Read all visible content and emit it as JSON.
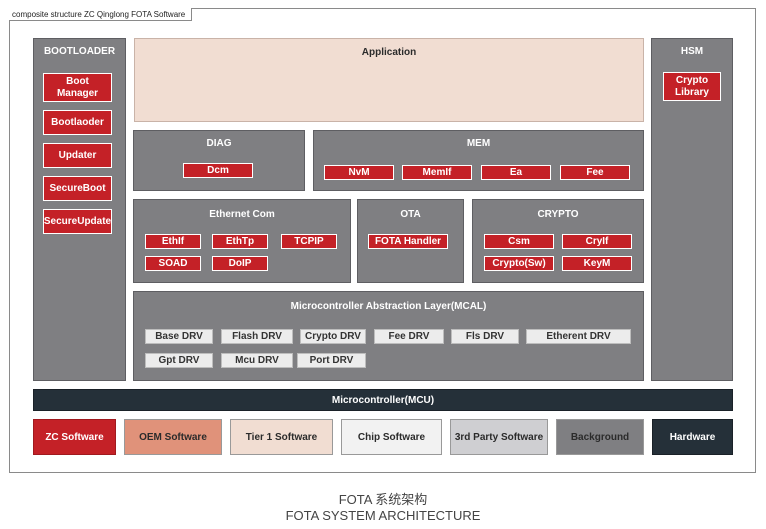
{
  "window_tab": "composite structure ZC Qinglong FOTA Software",
  "bootloader": {
    "title": "BOOTLOADER",
    "items": [
      "Boot Manager",
      "Bootlaoder",
      "Updater",
      "SecureBoot",
      "SecureUpdate"
    ]
  },
  "application": {
    "title": "Application"
  },
  "hsm": {
    "title": "HSM",
    "items": [
      "Crypto Library"
    ]
  },
  "diag": {
    "title": "DIAG",
    "items": [
      "Dcm"
    ]
  },
  "mem": {
    "title": "MEM",
    "items": [
      "NvM",
      "MemIf",
      "Ea",
      "Fee"
    ]
  },
  "ethernet": {
    "title": "Ethernet Com",
    "items": [
      "EthIf",
      "EthTp",
      "TCPIP",
      "SOAD",
      "DoIP"
    ]
  },
  "ota": {
    "title": "OTA",
    "items": [
      "FOTA Handler"
    ]
  },
  "crypto": {
    "title": "CRYPTO",
    "items": [
      "Csm",
      "CryIf",
      "Crypto(Sw)",
      "KeyM"
    ]
  },
  "mcal": {
    "title": "Microcontroller Abstraction Layer(MCAL)",
    "drivers": [
      "Base DRV",
      "Flash DRV",
      "Crypto DRV",
      "Fee DRV",
      "Fls DRV",
      "Etherent DRV",
      "Gpt DRV",
      "Mcu DRV",
      "Port DRV"
    ]
  },
  "mcu": {
    "title": "Microcontroller(MCU)"
  },
  "legend": [
    {
      "label": "ZC Software",
      "bg": "#c42127",
      "fg": "#ffffff"
    },
    {
      "label": "OEM Software",
      "bg": "#e0927a",
      "fg": "#2b2b2b"
    },
    {
      "label": "Tier 1 Software",
      "bg": "#f1ddd2",
      "fg": "#2b2b2b"
    },
    {
      "label": "Chip Software",
      "bg": "#f2f2f2",
      "fg": "#2b2b2b"
    },
    {
      "label": "3rd Party Software",
      "bg": "#cfcfd2",
      "fg": "#2b2b2b"
    },
    {
      "label": "Background",
      "bg": "#7f7f82",
      "fg": "#2b2b2b"
    },
    {
      "label": "Hardware",
      "bg": "#253039",
      "fg": "#ffffff"
    }
  ],
  "caption": {
    "line1": "FOTA 系统架构",
    "line2": "FOTA SYSTEM ARCHITECTURE"
  },
  "colors": {
    "zc_red": "#c42127",
    "background_gray": "#7f7f82",
    "hardware_navy": "#253039",
    "application_pink": "#f1ddd2"
  }
}
